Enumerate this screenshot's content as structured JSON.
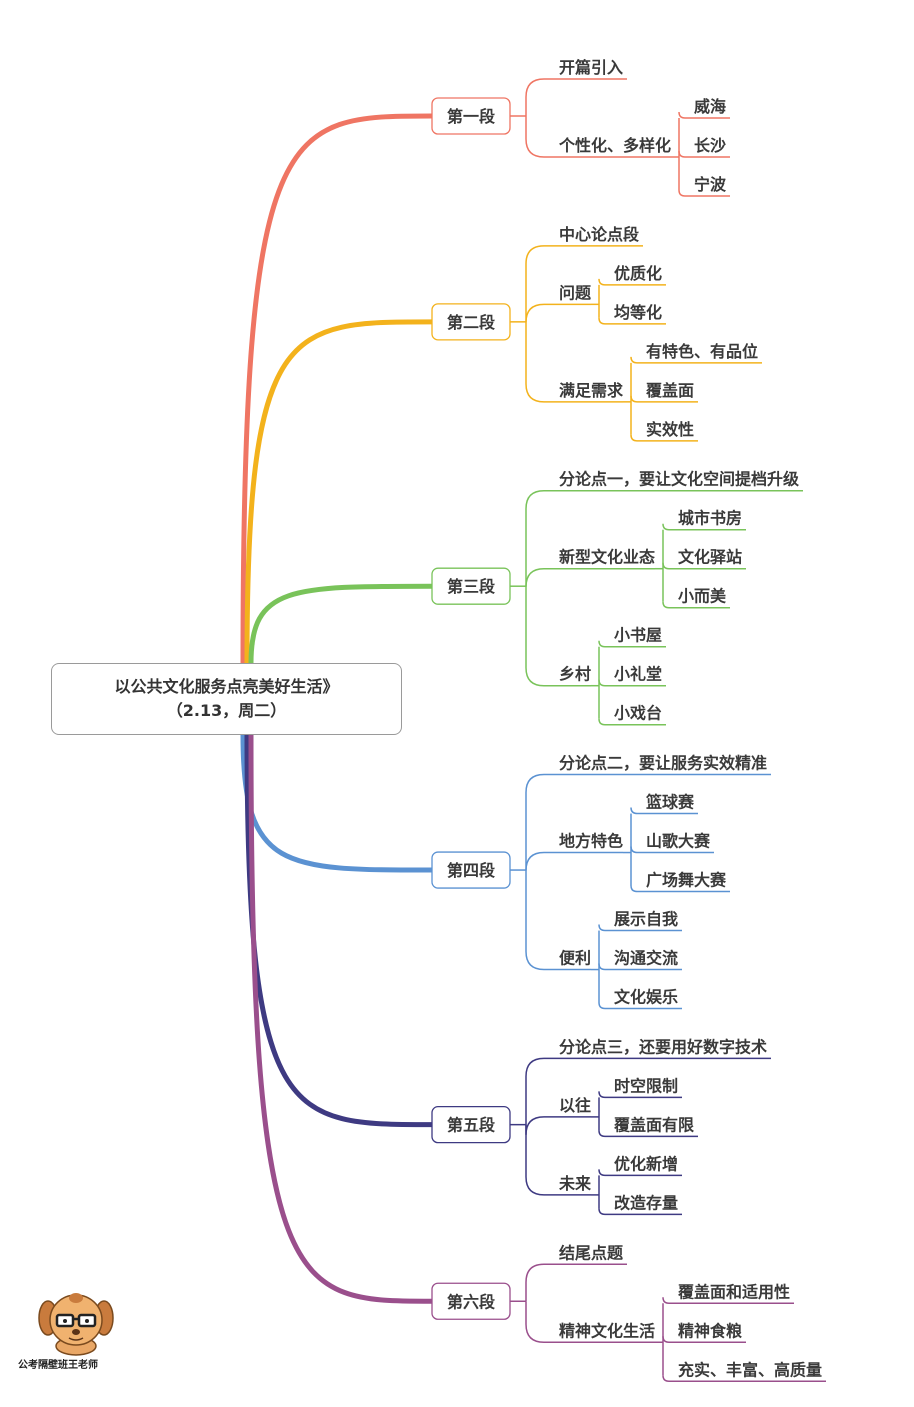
{
  "root": {
    "title_line1": "以公共文化服务点亮美好生活》",
    "title_line2": "（2.13，周二）"
  },
  "watermark": "公考隔壁班王老师",
  "branches": [
    {
      "label": "第一段",
      "color": "#ef7563",
      "children": [
        {
          "label": "开篇引入",
          "children": []
        },
        {
          "label": "个性化、多样化",
          "children": [
            "威海",
            "长沙",
            "宁波"
          ]
        }
      ]
    },
    {
      "label": "第二段",
      "color": "#f3b21c",
      "children": [
        {
          "label": "中心论点段",
          "children": []
        },
        {
          "label": "问题",
          "children": [
            "优质化",
            "均等化"
          ]
        },
        {
          "label": "满足需求",
          "children": [
            "有特色、有品位",
            "覆盖面",
            "实效性"
          ]
        }
      ]
    },
    {
      "label": "第三段",
      "color": "#79c35a",
      "children": [
        {
          "label": "分论点一，要让文化空间提档升级",
          "children": []
        },
        {
          "label": "新型文化业态",
          "children": [
            "城市书房",
            "文化驿站",
            "小而美"
          ]
        },
        {
          "label": "乡村",
          "children": [
            "小书屋",
            "小礼堂",
            "小戏台"
          ]
        }
      ]
    },
    {
      "label": "第四段",
      "color": "#5b92d2",
      "children": [
        {
          "label": "分论点二，要让服务实效精准",
          "children": []
        },
        {
          "label": "地方特色",
          "children": [
            "篮球赛",
            "山歌大赛",
            "广场舞大赛"
          ]
        },
        {
          "label": "便利",
          "children": [
            "展示自我",
            "沟通交流",
            "文化娱乐"
          ]
        }
      ]
    },
    {
      "label": "第五段",
      "color": "#3e3a82",
      "children": [
        {
          "label": "分论点三，还要用好数字技术",
          "children": []
        },
        {
          "label": "以往",
          "children": [
            "时空限制",
            "覆盖面有限"
          ]
        },
        {
          "label": "未来",
          "children": [
            "优化新增",
            "改造存量"
          ]
        }
      ]
    },
    {
      "label": "第六段",
      "color": "#9a4f8c",
      "children": [
        {
          "label": "结尾点题",
          "children": []
        },
        {
          "label": "精神文化生活",
          "children": [
            "覆盖面和适用性",
            "精神食粮",
            "充实、丰富、高质量"
          ]
        }
      ]
    }
  ]
}
